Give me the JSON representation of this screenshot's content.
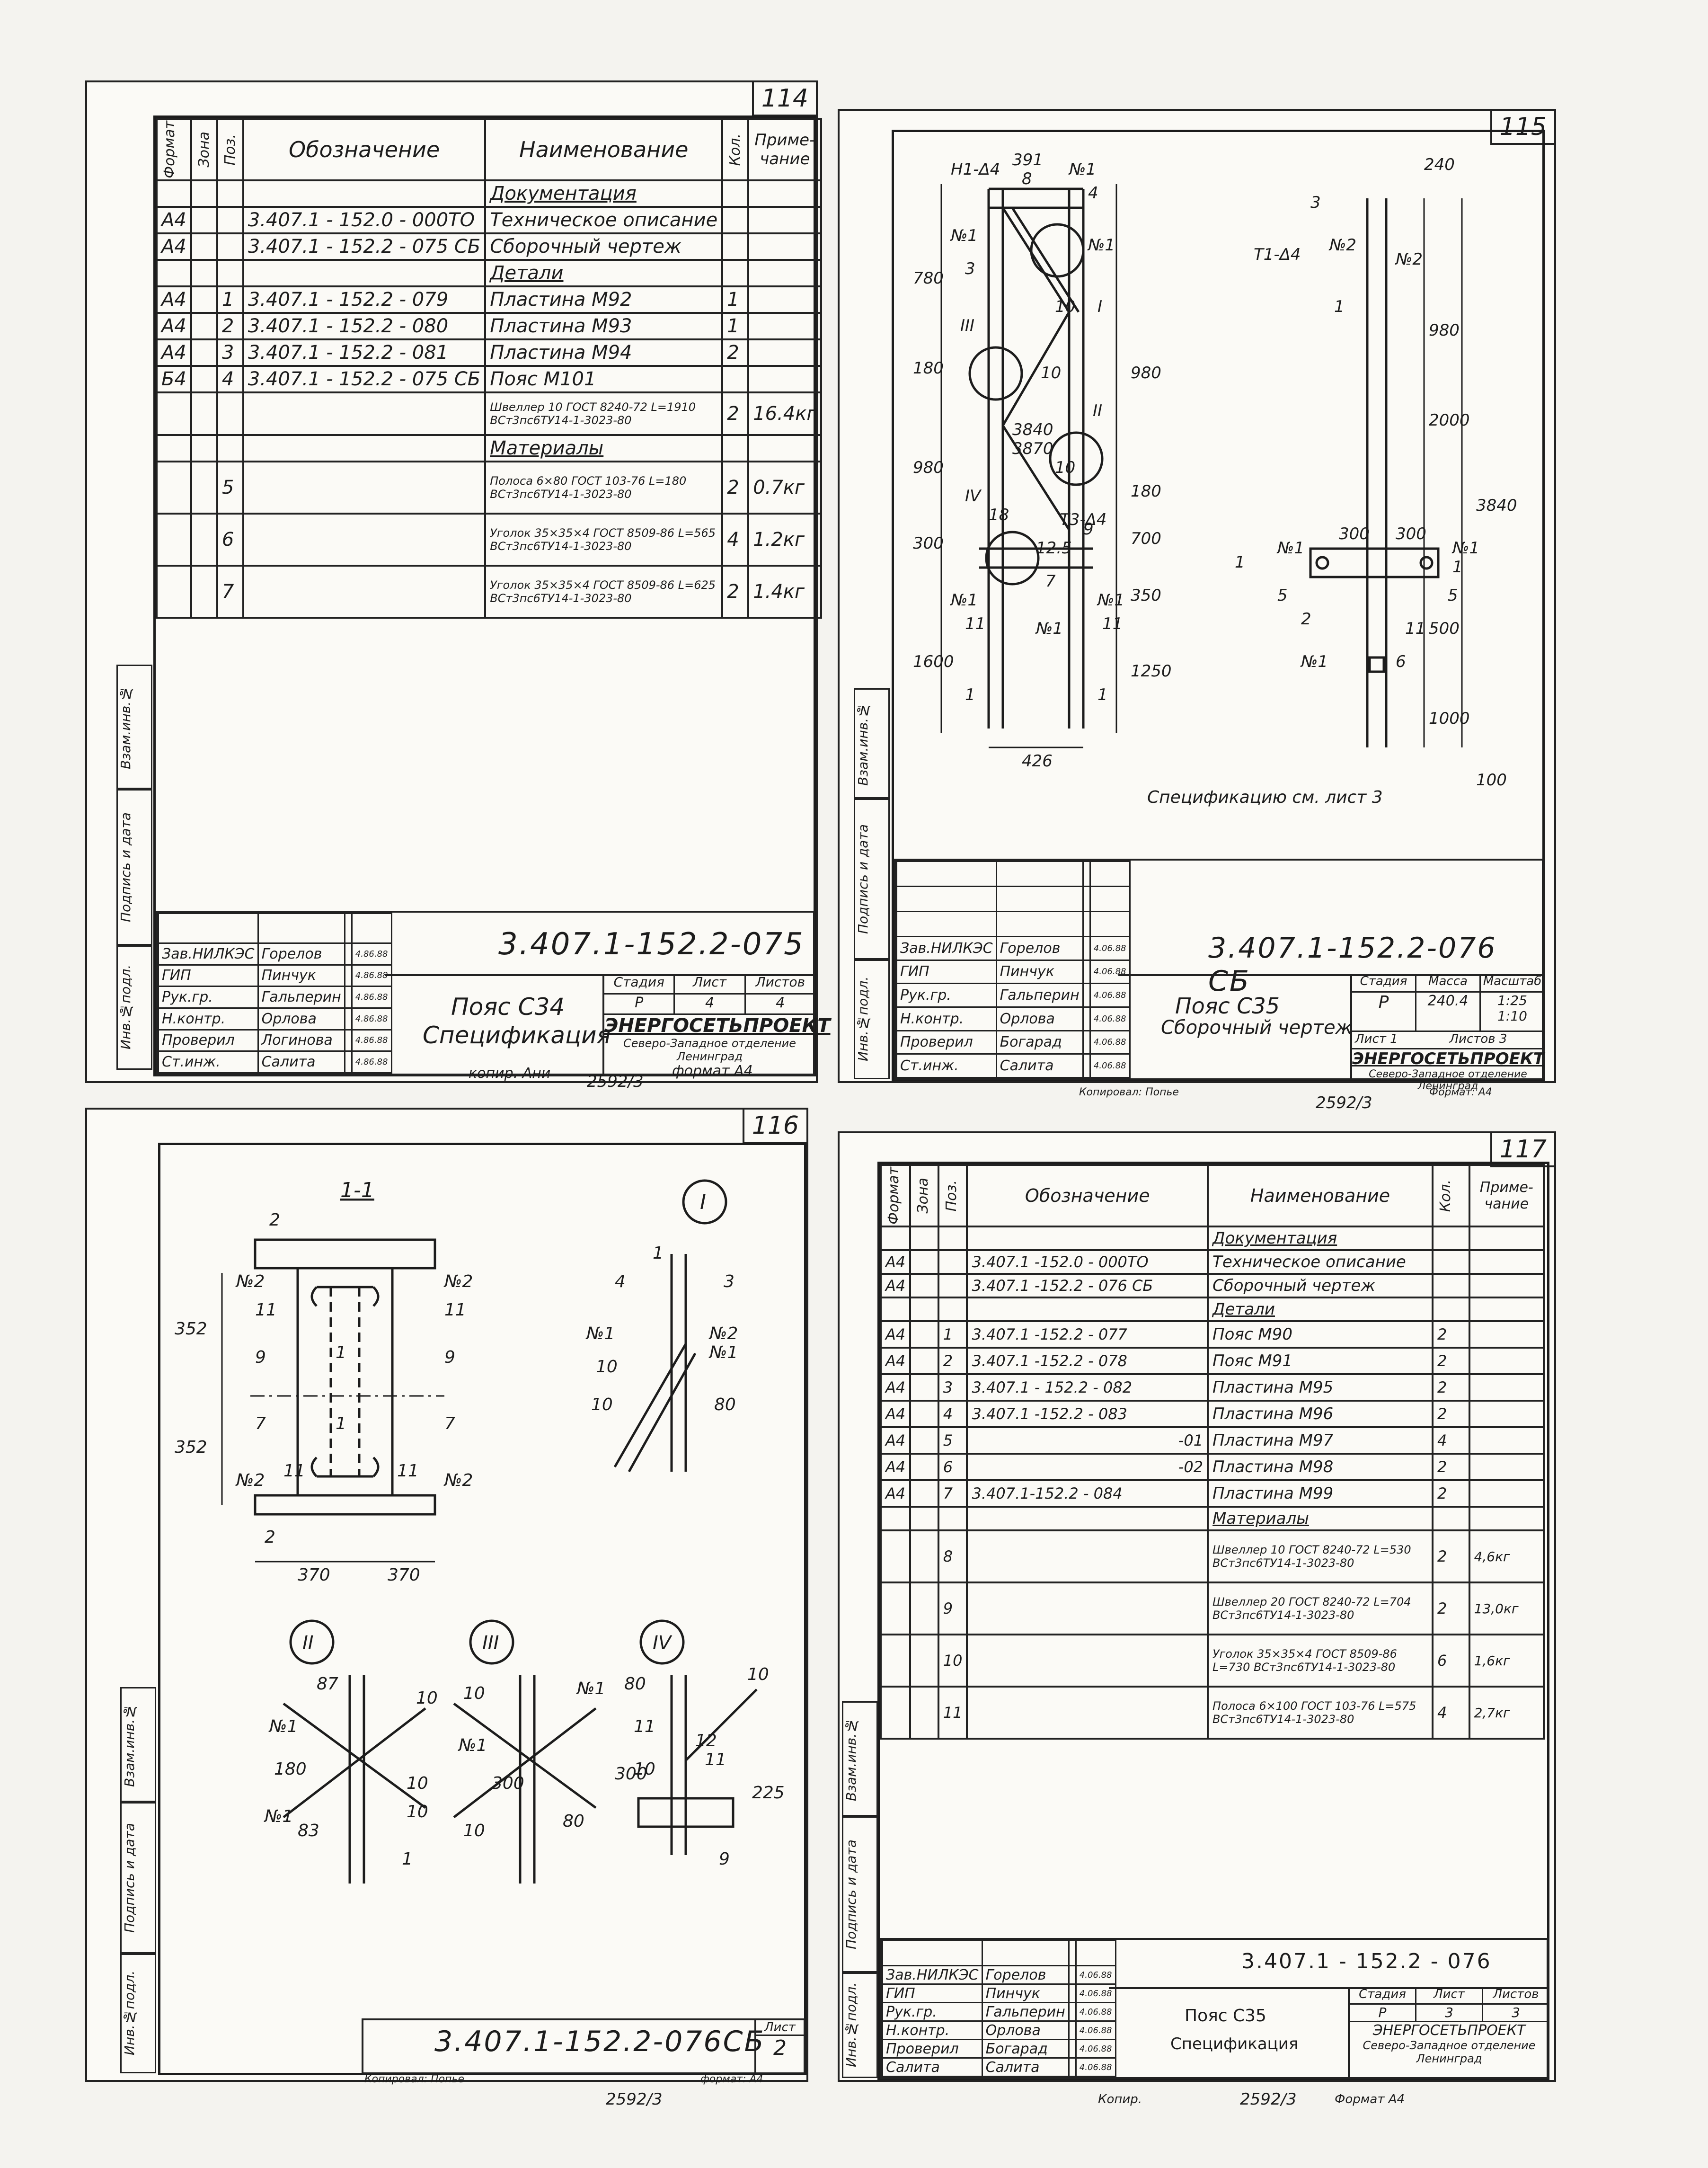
{
  "page_numbers": {
    "p114": "114",
    "p115": "115",
    "p116": "116",
    "p117": "117"
  },
  "footer": {
    "tl_copy": "копир. Ани",
    "tl_num": "2592/3",
    "tl_format": "формат А4",
    "tr_copy": "Копировал: Попье",
    "tr_num": "2592/3",
    "tr_format": "Формат: А4",
    "bl_copy": "Копировал: Попье",
    "bl_num": "2592/3",
    "bl_format": "формат: А4",
    "br_copy": "Копир.",
    "br_num": "2592/3",
    "br_format": "Формат А4"
  },
  "side_labels": {
    "inv": "Инв.№подл.",
    "sign": "Подпись и дата",
    "vzam": "Взам.инв.№"
  },
  "spec114": {
    "headers": {
      "format": "Формат",
      "zone": "Зона",
      "pos": "Поз.",
      "designation": "Обозначение",
      "name": "Наименование",
      "qty": "Кол.",
      "note": "Приме-чание"
    },
    "sections": {
      "docs": "Документация",
      "parts": "Детали",
      "materials": "Материалы"
    },
    "rows": [
      {
        "f": "А4",
        "p": "",
        "d": "3.407.1 - 152.0 - 000ТО",
        "n": "Техническое описание",
        "q": "",
        "m": ""
      },
      {
        "f": "А4",
        "p": "",
        "d": "3.407.1 - 152.2 - 075 СБ",
        "n": "Сборочный чертеж",
        "q": "",
        "m": ""
      },
      {
        "f": "А4",
        "p": "1",
        "d": "3.407.1 - 152.2 - 079",
        "n": "Пластина М92",
        "q": "1",
        "m": ""
      },
      {
        "f": "А4",
        "p": "2",
        "d": "3.407.1 - 152.2 - 080",
        "n": "Пластина М93",
        "q": "1",
        "m": ""
      },
      {
        "f": "А4",
        "p": "3",
        "d": "3.407.1 - 152.2 - 081",
        "n": "Пластина М94",
        "q": "2",
        "m": ""
      },
      {
        "f": "Б4",
        "p": "4",
        "d": "3.407.1 - 152.2 - 075 СБ",
        "n": "Пояс М101",
        "q": "",
        "m": ""
      },
      {
        "f": "",
        "p": "",
        "d": "",
        "n": "Швеллер 10 ГОСТ 8240-72 L=1910 ВСт3пс6ТУ14-1-3023-80",
        "q": "2",
        "m": "16.4кг"
      },
      {
        "f": "",
        "p": "5",
        "d": "",
        "n": "Полоса 6×80 ГОСТ 103-76 L=180 ВСт3пс6ТУ14-1-3023-80",
        "q": "2",
        "m": "0.7кг"
      },
      {
        "f": "",
        "p": "6",
        "d": "",
        "n": "Уголок 35×35×4 ГОСТ 8509-86 L=565 ВСт3пс6ТУ14-1-3023-80",
        "q": "4",
        "m": "1.2кг"
      },
      {
        "f": "",
        "p": "7",
        "d": "",
        "n": "Уголок 35×35×4 ГОСТ 8509-86 L=625 ВСт3пс6ТУ14-1-3023-80",
        "q": "2",
        "m": "1.4кг"
      }
    ]
  },
  "stamp114": {
    "code": "3.407.1-152.2-075",
    "title1": "Пояс С34",
    "title2": "Спецификация",
    "stage_h": "Стадия",
    "sheet_h": "Лист",
    "sheets_h": "Листов",
    "stage": "Р",
    "sheet": "4",
    "sheets": "4",
    "org1": "ЭНЕРГОСЕТЬПРОЕКТ",
    "org2": "Северо-Западное отделение",
    "org3": "Ленинград",
    "roles": [
      "Зав.НИЛКЭС",
      "ГИП",
      "Рук.гр.",
      "Н.контр.",
      "Проверил",
      "Ст.инж."
    ],
    "names": [
      "Горелов",
      "Пинчук",
      "Гальперин",
      "Орлова",
      "Логинова",
      "Салита"
    ],
    "dates": [
      "4.86.88",
      "4.86.88",
      "4.86.88",
      "4.86.88",
      "4.86.88",
      "4.86.88"
    ]
  },
  "drawing115": {
    "labels": [
      "Н1-Δ4",
      "391",
      "8",
      "№1",
      "4",
      "3",
      "№1",
      "780",
      "III",
      "10",
      "I",
      "180",
      "980",
      "3840",
      "3870",
      "980",
      "II",
      "10",
      "IV",
      "18",
      "10",
      "300",
      "9",
      "Т3-Δ4",
      "12.5",
      "7",
      "№1",
      "1600",
      "№1",
      "11",
      "1",
      "426",
      "1",
      "1250",
      "350",
      "700",
      "180",
      "3",
      "240",
      "Т1-Δ4",
      "№2",
      "№2",
      "1",
      "980",
      "2000",
      "3840",
      "300",
      "300",
      "№1",
      "№1",
      "1",
      "1",
      "5",
      "5",
      "2",
      "11",
      "500",
      "№1",
      "6",
      "1000",
      "100"
    ],
    "note": "Спецификацию см. лист 3"
  },
  "stamp115": {
    "code": "3.407.1-152.2-076 СБ",
    "title1": "Пояс С35",
    "title2": "Сборочный чертеж",
    "stage_h": "Стадия",
    "mass_h": "Масса",
    "scale_h": "Масштаб",
    "stage": "Р",
    "mass": "240.4",
    "scale": "1:25 1:10",
    "sheet": "Лист 1",
    "sheets": "Листов 3",
    "org1": "ЭНЕРГОСЕТЬПРОЕКТ",
    "org2": "Северо-Западное отделение",
    "org3": "Ленинград",
    "roles": [
      "Зав.НИЛКЭС",
      "ГИП",
      "Рук.гр.",
      "Н.контр.",
      "Проверил",
      "Ст.инж."
    ],
    "names": [
      "Горелов",
      "Пинчук",
      "Гальперин",
      "Орлова",
      "Богарад",
      "Салита"
    ],
    "dates": [
      "4.06.88",
      "4.06.88",
      "4.06.88",
      "4.06.88",
      "4.06.88",
      "4.06.88"
    ]
  },
  "drawing116": {
    "section": "1-1",
    "labels": [
      "2",
      "№2",
      "№2",
      "11",
      "11",
      "9",
      "9",
      "7",
      "7",
      "1",
      "1",
      "352",
      "352",
      "№2",
      "№2",
      "11",
      "11",
      "2",
      "370",
      "370",
      "1",
      "4",
      "3",
      "№1",
      "№2",
      "№1",
      "10",
      "80",
      "10",
      "№1",
      "87",
      "10",
      "180",
      "10",
      "№1",
      "83",
      "1",
      "10",
      "10",
      "№1",
      "300",
      "10",
      "80",
      "10",
      "80",
      "11",
      "12",
      "11",
      "10",
      "300",
      "225",
      "9"
    ],
    "callouts": [
      "I",
      "II",
      "III",
      "IV"
    ],
    "code": "3.407.1-152.2-076СБ",
    "sheet_h": "Лист",
    "sheet": "2"
  },
  "spec117": {
    "headers": {
      "format": "Формат",
      "zone": "Зона",
      "pos": "Поз.",
      "designation": "Обозначение",
      "name": "Наименование",
      "qty": "Кол.",
      "note": "Приме-чание"
    },
    "sections": {
      "docs": "Документация",
      "parts": "Детали",
      "materials": "Материалы"
    },
    "rows": [
      {
        "f": "А4",
        "p": "",
        "d": "3.407.1 -152.0 - 000ТО",
        "n": "Техническое описание",
        "q": "",
        "m": ""
      },
      {
        "f": "А4",
        "p": "",
        "d": "3.407.1 -152.2 - 076 СБ",
        "n": "Сборочный чертеж",
        "q": "",
        "m": ""
      },
      {
        "f": "А4",
        "p": "1",
        "d": "3.407.1 -152.2 - 077",
        "n": "Пояс М90",
        "q": "2",
        "m": ""
      },
      {
        "f": "А4",
        "p": "2",
        "d": "3.407.1 -152.2 - 078",
        "n": "Пояс М91",
        "q": "2",
        "m": ""
      },
      {
        "f": "А4",
        "p": "3",
        "d": "3.407.1 - 152.2 - 082",
        "n": "Пластина М95",
        "q": "2",
        "m": ""
      },
      {
        "f": "А4",
        "p": "4",
        "d": "3.407.1 -152.2 - 083",
        "n": "Пластина М96",
        "q": "2",
        "m": ""
      },
      {
        "f": "А4",
        "p": "5",
        "d": "-01",
        "n": "Пластина М97",
        "q": "4",
        "m": ""
      },
      {
        "f": "А4",
        "p": "6",
        "d": "-02",
        "n": "Пластина М98",
        "q": "2",
        "m": ""
      },
      {
        "f": "А4",
        "p": "7",
        "d": "3.407.1-152.2 - 084",
        "n": "Пластина М99",
        "q": "2",
        "m": ""
      },
      {
        "f": "",
        "p": "8",
        "d": "",
        "n": "Швеллер 10 ГОСТ 8240-72 L=530 ВСт3пс6ТУ14-1-3023-80",
        "q": "2",
        "m": "4,6кг"
      },
      {
        "f": "",
        "p": "9",
        "d": "",
        "n": "Швеллер 20 ГОСТ 8240-72 L=704 ВСт3пс6ТУ14-1-3023-80",
        "q": "2",
        "m": "13,0кг"
      },
      {
        "f": "",
        "p": "10",
        "d": "",
        "n": "Уголок 35×35×4 ГОСТ 8509-86 L=730 ВСт3пс6ТУ14-1-3023-80",
        "q": "6",
        "m": "1,6кг"
      },
      {
        "f": "",
        "p": "11",
        "d": "",
        "n": "Полоса 6×100 ГОСТ 103-76 L=575 ВСт3пс6ТУ14-1-3023-80",
        "q": "4",
        "m": "2,7кг"
      }
    ]
  },
  "stamp117": {
    "code": "3.407.1 - 152.2 - 076",
    "title1": "Пояс С35",
    "title2": "Спецификация",
    "stage_h": "Стадия",
    "sheet_h": "Лист",
    "sheets_h": "Листов",
    "stage": "Р",
    "sheet": "3",
    "sheets": "3",
    "org1": "ЭНЕРГОСЕТЬПРОЕКТ",
    "org2": "Северо-Западное отделение",
    "org3": "Ленинград",
    "roles": [
      "Зав.НИЛКЭС",
      "ГИП",
      "Рук.гр.",
      "Н.контр.",
      "Проверил",
      "Салита"
    ],
    "names": [
      "Горелов",
      "Пинчук",
      "Гальперин",
      "Орлова",
      "Богарад",
      "Салита"
    ],
    "dates": [
      "4.06.88",
      "4.06.88",
      "4.06.88",
      "4.06.88",
      "4.06.88",
      "4.06.88"
    ]
  }
}
